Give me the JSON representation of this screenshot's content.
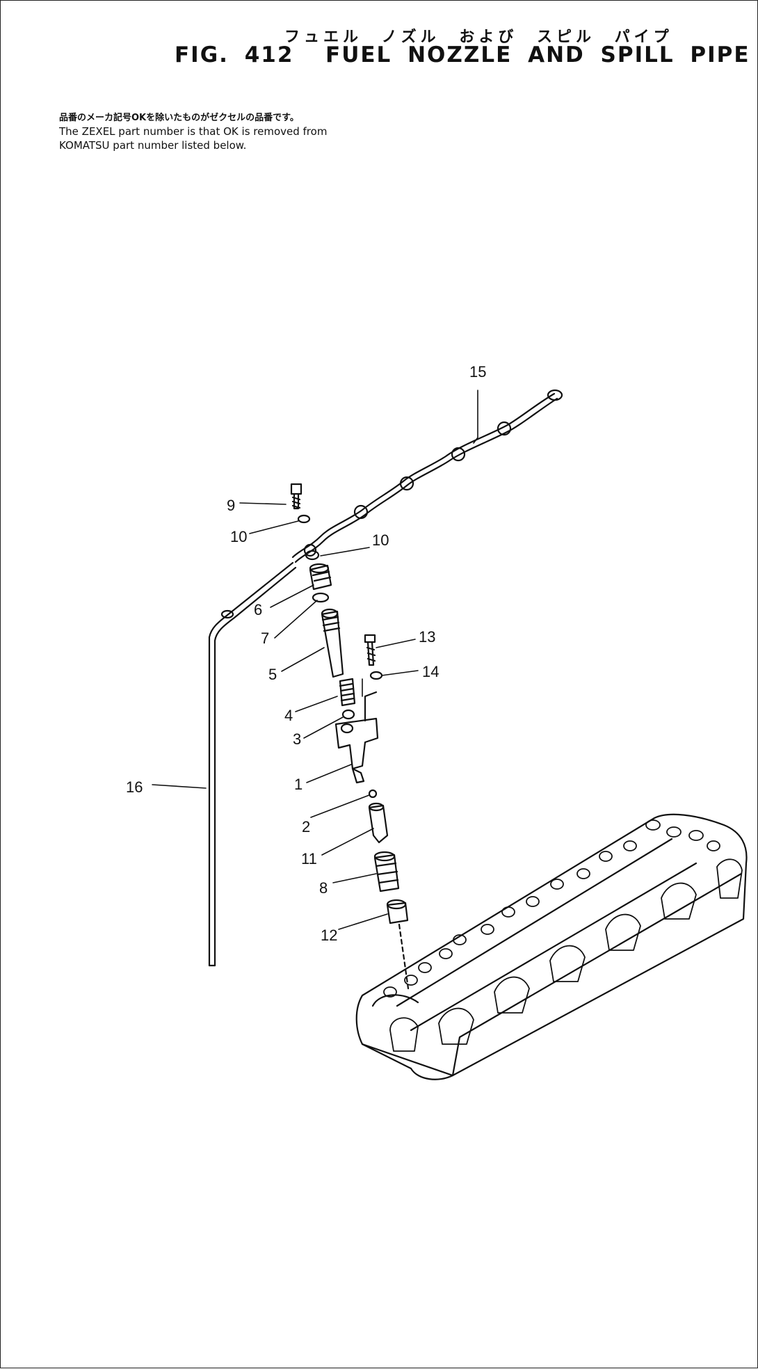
{
  "title": {
    "japanese": "フュエル ノズル および スピル パイプ",
    "figure": "FIG. 412",
    "english": "FUEL NOZZLE AND SPILL PIPE"
  },
  "note": {
    "japanese": "品番のメーカ記号OKを除いたものがゼクセルの品番です。",
    "line1": "The ZEXEL part number is that OK is removed from",
    "line2": "KOMATSU part number listed below."
  },
  "callouts": [
    "15",
    "9",
    "10",
    "10",
    "6",
    "7",
    "5",
    "13",
    "14",
    "4",
    "3",
    "16",
    "1",
    "2",
    "11",
    "8",
    "12"
  ]
}
